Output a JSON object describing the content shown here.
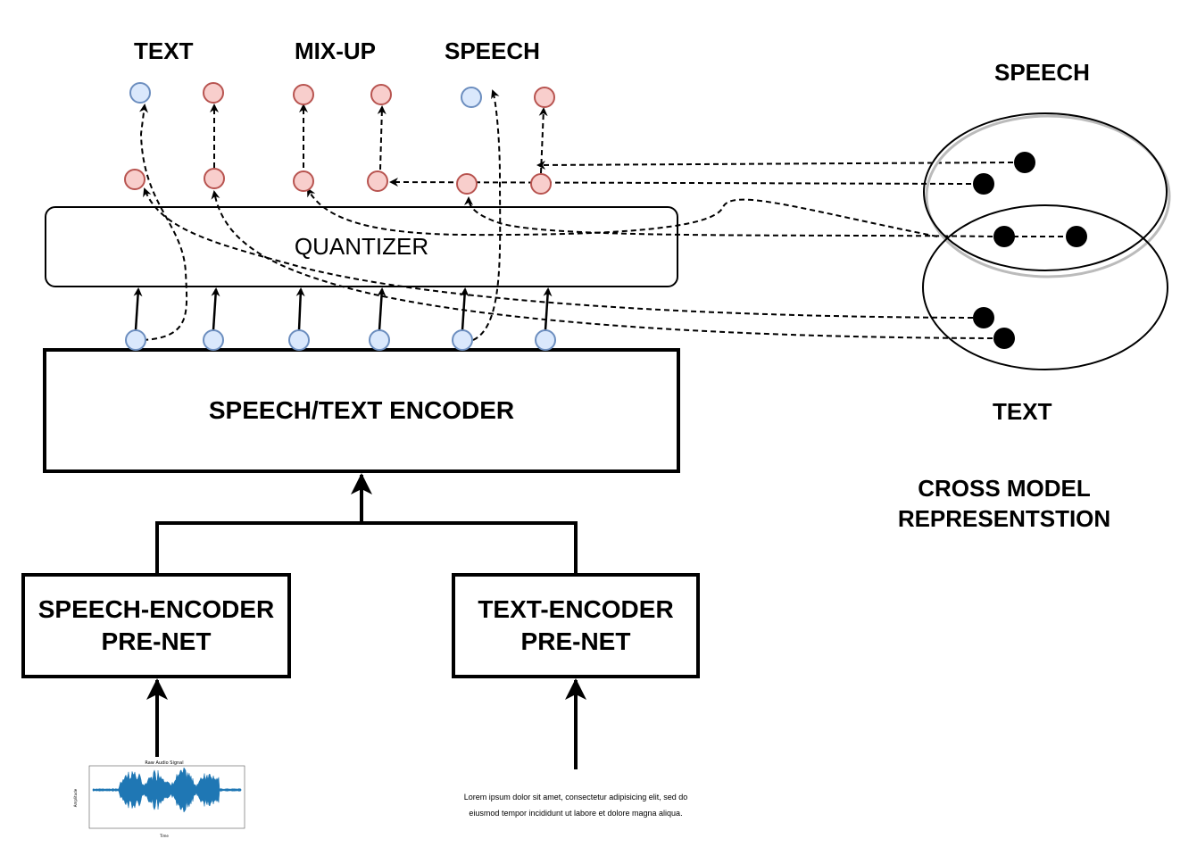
{
  "top_labels": {
    "text": "TEXT",
    "mixup": "MIX-UP",
    "speech": "SPEECH"
  },
  "quantizer": {
    "label": "QUANTIZER"
  },
  "encoder": {
    "label": "SPEECH/TEXT ENCODER"
  },
  "speech_prenet": {
    "line1": "SPEECH-ENCODER",
    "line2": "PRE-NET"
  },
  "text_prenet": {
    "line1": "TEXT-ENCODER",
    "line2": "PRE-NET"
  },
  "input_text": {
    "value": "Lorem ipsum dolor sit amet, consectetur adipisicing elit, sed do eiusmod tempor incididunt ut labore et dolore magna aliqua."
  },
  "waveform": {
    "title": "Raw Audio Signal",
    "xlabel": "Time",
    "ylabel": "Amplitude"
  },
  "cross_model": {
    "speech_label": "SPEECH",
    "text_label": "TEXT",
    "caption_line1": "CROSS MODEL",
    "caption_line2": "REPRESENTSTION"
  },
  "colors": {
    "blue_fill": "#dae8fc",
    "blue_stroke": "#6c8ebf",
    "red_fill": "#f8cecc",
    "red_stroke": "#b85450",
    "wave": "#1f77b4"
  }
}
